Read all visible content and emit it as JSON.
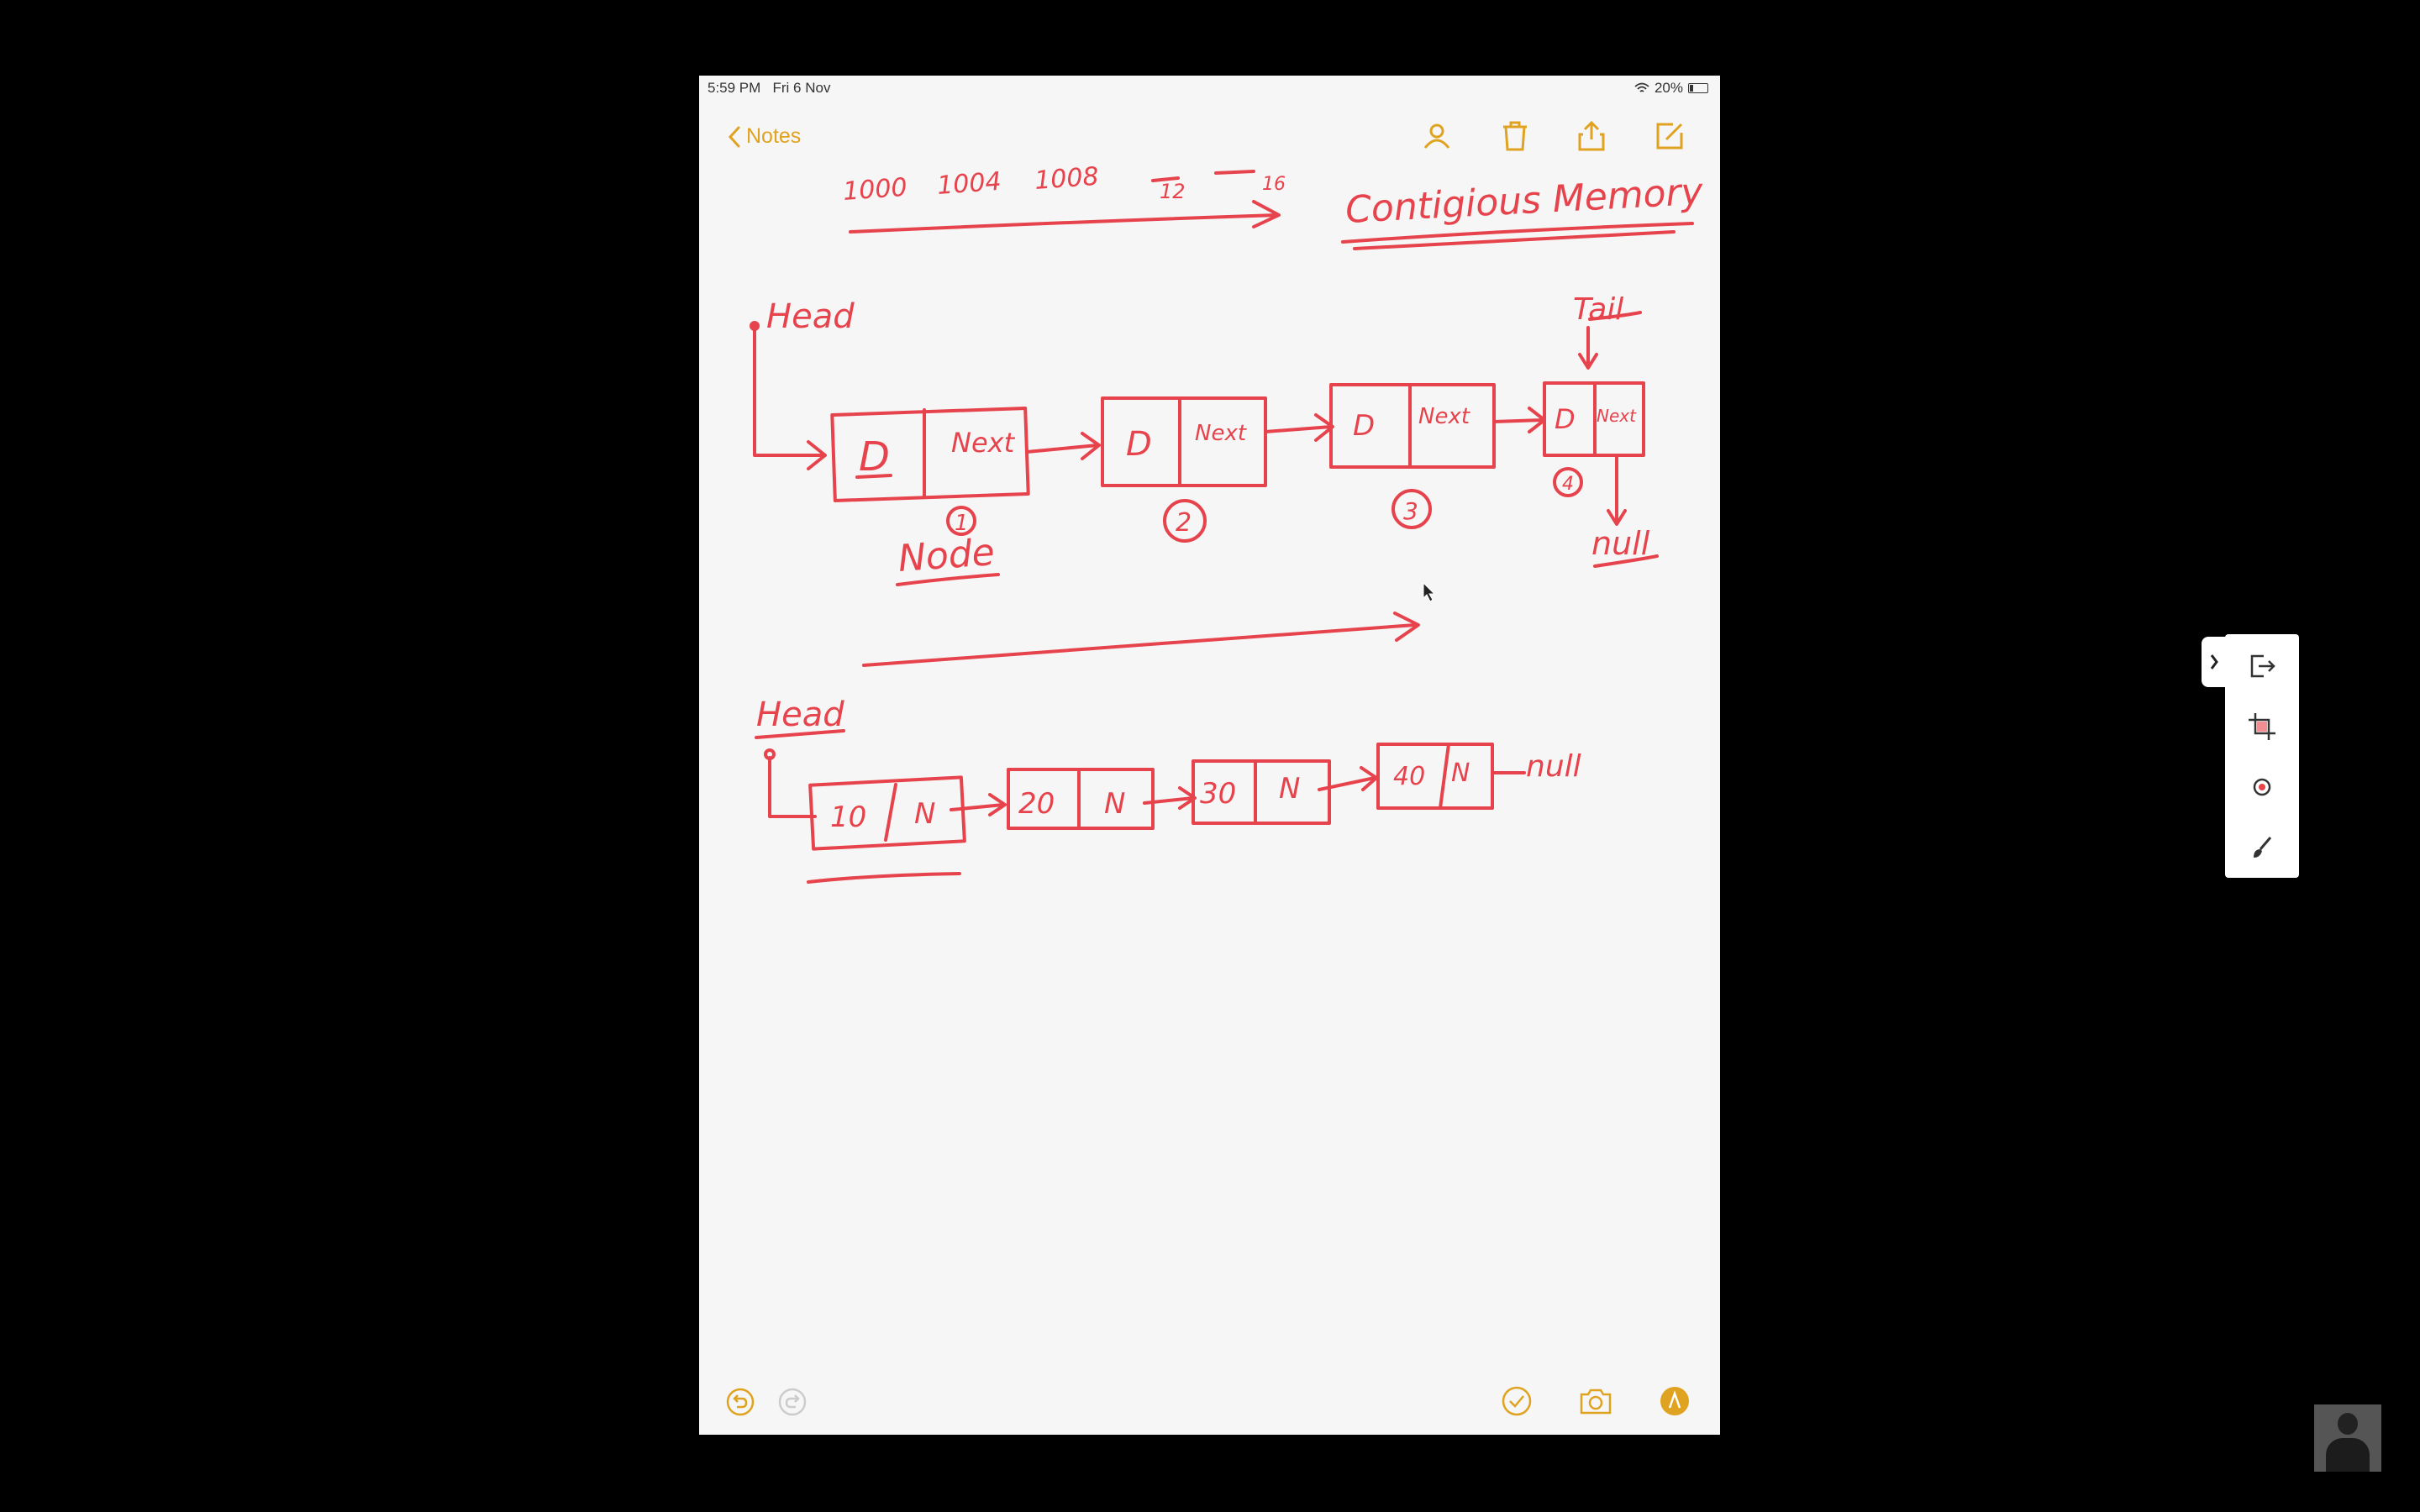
{
  "status": {
    "time": "5:59 PM",
    "date": "Fri 6 Nov",
    "battery": "20%"
  },
  "nav": {
    "back_label": "Notes"
  },
  "note": {
    "addresses": [
      "1000",
      "1004",
      "1008",
      "12",
      "16"
    ],
    "title": "Contigious Memory",
    "head_label": "Head",
    "tail_label": "Tail",
    "node_label": "Node",
    "null_label": "null",
    "nodes": [
      {
        "data": "D",
        "next": "Next",
        "index": "1"
      },
      {
        "data": "D",
        "next": "Next",
        "index": "2"
      },
      {
        "data": "D",
        "next": "Next",
        "index": "3"
      },
      {
        "data": "D",
        "next": "Next",
        "index": "4"
      }
    ],
    "list2": {
      "head_label": "Head",
      "values": [
        "10",
        "20",
        "30",
        "40"
      ],
      "next_label": "N",
      "null_label": "null"
    }
  },
  "icons": {
    "top": [
      "person-add-icon",
      "trash-icon",
      "share-icon",
      "compose-icon"
    ],
    "bottom": [
      "undo-icon",
      "redo-icon",
      "checklist-icon",
      "camera-icon",
      "markup-icon"
    ],
    "tools": [
      "chevron-right-icon",
      "exit-icon",
      "crop-icon",
      "record-icon",
      "brush-icon"
    ]
  },
  "colors": {
    "ink": "#e6434c",
    "accent": "#e0a321",
    "paper": "#f6f6f6"
  }
}
